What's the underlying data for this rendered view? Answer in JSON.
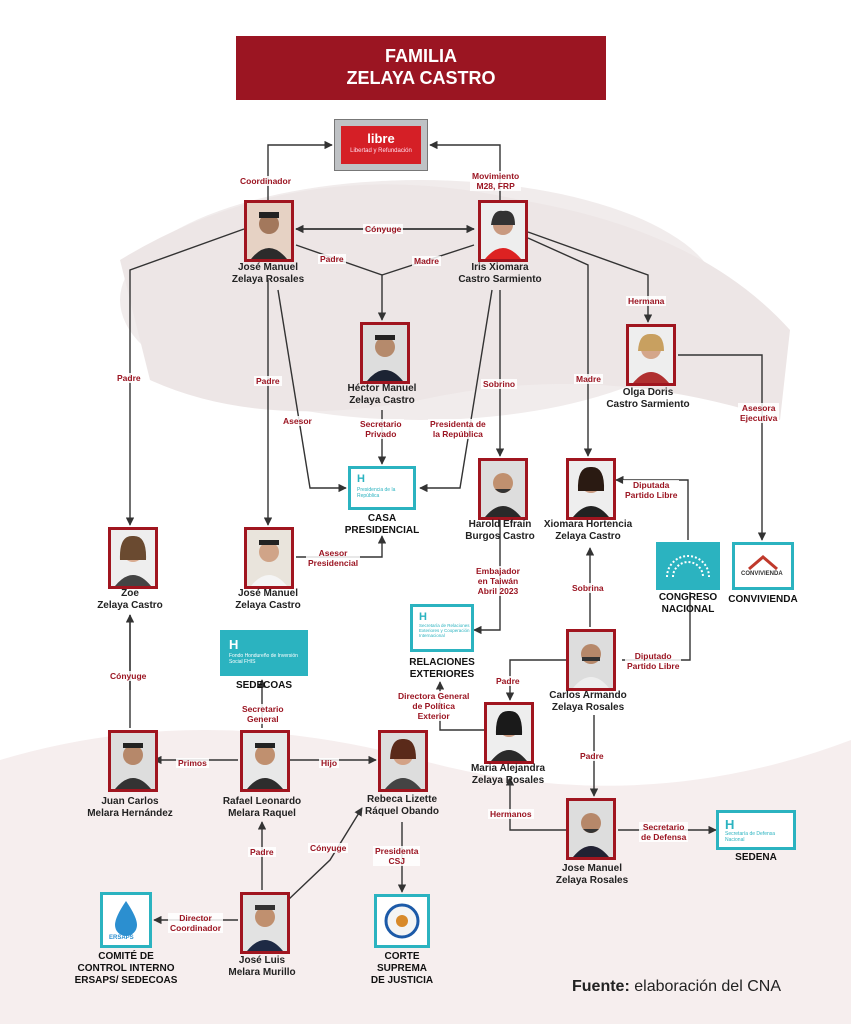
{
  "title": {
    "line1": "FAMILIA",
    "line2": "ZELAYA CASTRO"
  },
  "party": {
    "name": "libre",
    "slogan": "Libertad y Refundación"
  },
  "people": {
    "manuel_padre": [
      "José Manuel",
      "Zelaya Rosales"
    ],
    "iris": [
      "Iris Xiomara",
      "Castro Sarmiento"
    ],
    "hector": [
      "Héctor Manuel",
      "Zelaya Castro"
    ],
    "olga": [
      "Olga Doris",
      "Castro Sarmiento"
    ],
    "harold": [
      "Harold Efraín",
      "Burgos Castro"
    ],
    "xiomara_h": [
      "Xiomara Hortencia",
      "Zelaya Castro"
    ],
    "zoe": [
      "Zoe",
      "Zelaya Castro"
    ],
    "jose_manuel_hijo": [
      "José Manuel",
      "Zelaya Castro"
    ],
    "carlos": [
      "Carlos Armando",
      "Zelaya Rosales"
    ],
    "maria": [
      "Maria Alejandra",
      "Zelaya Rosales"
    ],
    "juan_carlos": [
      "Juan Carlos",
      "Melara Hernández"
    ],
    "rafael": [
      "Rafael Leonardo",
      "Melara Raquel"
    ],
    "rebeca": [
      "Rebeca Lizette",
      "Ráquel Obando"
    ],
    "jose_manuel_nieto": [
      "Jose Manuel",
      "Zelaya Rosales"
    ],
    "jose_luis": [
      "José Luis",
      "Melara Murillo"
    ]
  },
  "institutions": {
    "casa": [
      "CASA",
      "PRESIDENCIAL"
    ],
    "congreso": [
      "CONGRESO",
      "NACIONAL"
    ],
    "conviv": "CONVIVIENDA",
    "relext": [
      "RELACIONES",
      "EXTERIORES"
    ],
    "sedecoas": "SEDECOAS",
    "sedena": "SEDENA",
    "comite": [
      "COMITÉ DE",
      "CONTROL INTERNO",
      "ERSAPS/ SEDECOAS"
    ],
    "corte": [
      "CORTE",
      "SUPREMA",
      "DE JUSTICIA"
    ]
  },
  "logos": {
    "casa_logo": [
      "Presidencia",
      "de la República"
    ],
    "relext_logo": [
      "Secretaría de",
      "Relaciones",
      "Exteriores",
      "y Cooperación",
      "Internacional"
    ],
    "sedecoas_logo": [
      "Fondo Hondureño",
      "de Inversión Social",
      "FHIS"
    ],
    "sedena_logo": [
      "Secretaría de",
      "Defensa Nacional"
    ],
    "conviv_logo": "CONVIVIENDA",
    "comite_logo": "ERSAPS"
  },
  "labels": {
    "coordinador": "Coordinador",
    "movimiento": [
      "Movimiento",
      "M28, FRP"
    ],
    "conyuge1": "Cónyuge",
    "padre1": "Padre",
    "madre1": "Madre",
    "hermana": "Hermana",
    "padre_zoe": "Padre",
    "padre_jm": "Padre",
    "asesor": "Asesor",
    "secretario_privado": [
      "Secretario",
      "Privado"
    ],
    "sobrino": "Sobrino",
    "presidenta": [
      "Presidenta de",
      "la República"
    ],
    "madre2": "Madre",
    "asesora": [
      "Asesora",
      "Ejecutiva"
    ],
    "diputada": [
      "Diputada",
      "Partido Libre"
    ],
    "asesor_pres": [
      "Asesor",
      "Presidencial"
    ],
    "embajador": [
      "Embajador",
      "en Taiwán",
      "Abril 2023"
    ],
    "sobrina": "Sobrina",
    "diputado": [
      "Diputado",
      "Partido Libre"
    ],
    "conyuge_zoe": "Cónyuge",
    "secretario_general": [
      "Secretario",
      "General"
    ],
    "padre_maria": "Padre",
    "directora": [
      "Directora General",
      "de Política",
      "Exterior"
    ],
    "padre_carlos": "Padre",
    "primos": "Primos",
    "hijo": "Hijo",
    "hermanos": "Hermanos",
    "secretario_defensa": [
      "Secretario",
      "de Defensa"
    ],
    "padre_rafael": "Padre",
    "conyuge_rebeca": "Cónyuge",
    "presidenta_csj": [
      "Presidenta",
      "CSJ"
    ],
    "director_coord": [
      "Director",
      "Coordinador"
    ]
  },
  "source": {
    "label": "Fuente:",
    "text": "elaboración del CNA"
  },
  "colors": {
    "accent": "#9b1522",
    "frame": "#a0151f",
    "teal": "#2bb3c0",
    "line": "#333333"
  }
}
